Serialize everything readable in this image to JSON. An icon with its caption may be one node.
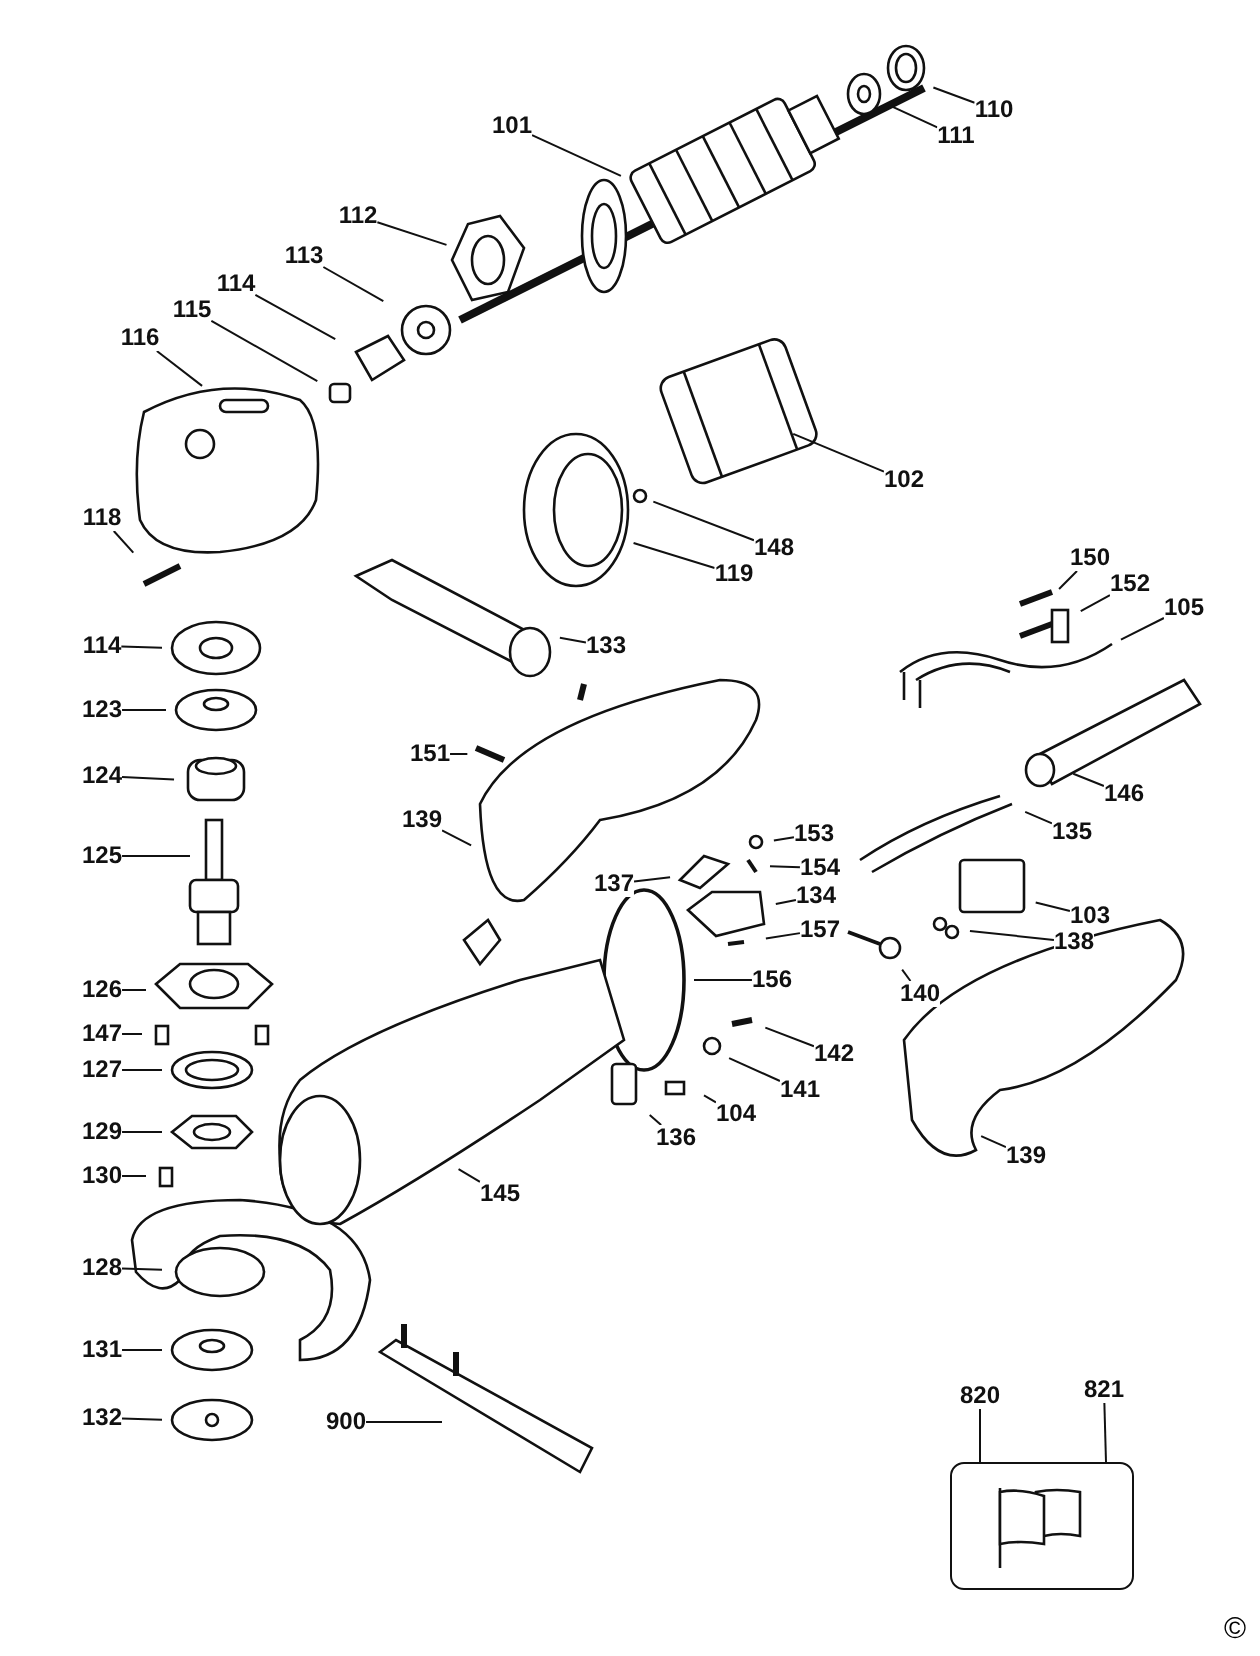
{
  "diagram": {
    "nodes": [
      {
        "text": [
          "110"
        ]
      },
      {
        "text": [
          "111"
        ]
      },
      {
        "text": [
          "101"
        ]
      },
      {
        "text": [
          "112"
        ]
      },
      {
        "text": [
          "113"
        ]
      },
      {
        "text": [
          "114"
        ]
      },
      {
        "text": [
          "115"
        ]
      },
      {
        "text": [
          "116"
        ]
      },
      {
        "text": [
          "102"
        ]
      },
      {
        "text": [
          "118"
        ]
      },
      {
        "text": [
          "148"
        ]
      },
      {
        "text": [
          "119"
        ]
      },
      {
        "text": [
          "150"
        ]
      },
      {
        "text": [
          "152"
        ]
      },
      {
        "text": [
          "105"
        ]
      },
      {
        "text": [
          "114"
        ]
      },
      {
        "text": [
          "133"
        ]
      },
      {
        "text": [
          "123"
        ]
      },
      {
        "text": [
          "151"
        ]
      },
      {
        "text": [
          "124"
        ]
      },
      {
        "text": [
          "146"
        ]
      },
      {
        "text": [
          "135"
        ]
      },
      {
        "text": [
          "139"
        ]
      },
      {
        "text": [
          "153"
        ]
      },
      {
        "text": [
          "125"
        ]
      },
      {
        "text": [
          "154"
        ]
      },
      {
        "text": [
          "137"
        ]
      },
      {
        "text": [
          "134"
        ]
      },
      {
        "text": [
          "103"
        ]
      },
      {
        "text": [
          "157"
        ]
      },
      {
        "text": [
          "138"
        ]
      },
      {
        "text": [
          "126"
        ]
      },
      {
        "text": [
          "156"
        ]
      },
      {
        "text": [
          "140"
        ]
      },
      {
        "text": [
          "147"
        ]
      },
      {
        "text": [
          "142"
        ]
      },
      {
        "text": [
          "127"
        ]
      },
      {
        "text": [
          "141"
        ]
      },
      {
        "text": [
          "104"
        ]
      },
      {
        "text": [
          "129"
        ]
      },
      {
        "text": [
          "136"
        ]
      },
      {
        "text": [
          "139"
        ]
      },
      {
        "text": [
          "130"
        ]
      },
      {
        "text": [
          "145"
        ]
      },
      {
        "text": [
          "128"
        ]
      },
      {
        "text": [
          "131"
        ]
      },
      {
        "text": [
          "132"
        ]
      },
      {
        "text": [
          "900"
        ]
      },
      {
        "text": [
          "820"
        ]
      },
      {
        "text": [
          "821"
        ]
      },
      {
        "text": [],
        "shape": "box"
      }
    ],
    "edges": [
      {
        "from": 0,
        "to": null,
        "arrow": "none"
      },
      {
        "from": 1,
        "to": null,
        "arrow": "none"
      },
      {
        "from": 2,
        "to": null,
        "arrow": "none"
      },
      {
        "from": 3,
        "to": null,
        "arrow": "none"
      },
      {
        "from": 4,
        "to": null,
        "arrow": "none"
      },
      {
        "from": 5,
        "to": null,
        "arrow": "none"
      },
      {
        "from": 6,
        "to": null,
        "arrow": "none"
      },
      {
        "from": 7,
        "to": null,
        "arrow": "none"
      },
      {
        "from": 8,
        "to": null,
        "arrow": "none"
      },
      {
        "from": 9,
        "to": null,
        "arrow": "none"
      },
      {
        "from": 10,
        "to": null,
        "arrow": "none"
      },
      {
        "from": 11,
        "to": null,
        "arrow": "none"
      },
      {
        "from": 12,
        "to": null,
        "arrow": "none"
      },
      {
        "from": 13,
        "to": null,
        "arrow": "none"
      },
      {
        "from": 14,
        "to": null,
        "arrow": "none"
      },
      {
        "from": 15,
        "to": null,
        "arrow": "none"
      },
      {
        "from": 16,
        "to": null,
        "arrow": "none"
      },
      {
        "from": 17,
        "to": null,
        "arrow": "none"
      },
      {
        "from": 18,
        "to": null,
        "arrow": "none"
      },
      {
        "from": 19,
        "to": null,
        "arrow": "none"
      },
      {
        "from": 20,
        "to": null,
        "arrow": "none"
      },
      {
        "from": 21,
        "to": null,
        "arrow": "none"
      },
      {
        "from": 22,
        "to": null,
        "arrow": "none"
      },
      {
        "from": 23,
        "to": null,
        "arrow": "none"
      },
      {
        "from": 24,
        "to": null,
        "arrow": "none"
      },
      {
        "from": 25,
        "to": null,
        "arrow": "none"
      },
      {
        "from": 26,
        "to": null,
        "arrow": "none"
      },
      {
        "from": 27,
        "to": null,
        "arrow": "none"
      },
      {
        "from": 28,
        "to": null,
        "arrow": "none"
      },
      {
        "from": 29,
        "to": null,
        "arrow": "none"
      },
      {
        "from": 30,
        "to": null,
        "arrow": "none"
      },
      {
        "from": 31,
        "to": null,
        "arrow": "none"
      },
      {
        "from": 32,
        "to": null,
        "arrow": "none"
      },
      {
        "from": 33,
        "to": null,
        "arrow": "none"
      },
      {
        "from": 34,
        "to": null,
        "arrow": "none"
      },
      {
        "from": 35,
        "to": null,
        "arrow": "none"
      },
      {
        "from": 36,
        "to": null,
        "arrow": "none"
      },
      {
        "from": 37,
        "to": null,
        "arrow": "none"
      },
      {
        "from": 38,
        "to": null,
        "arrow": "none"
      },
      {
        "from": 39,
        "to": null,
        "arrow": "none"
      },
      {
        "from": 40,
        "to": null,
        "arrow": "none"
      },
      {
        "from": 41,
        "to": null,
        "arrow": "none"
      },
      {
        "from": 42,
        "to": null,
        "arrow": "none"
      },
      {
        "from": 43,
        "to": null,
        "arrow": "none"
      },
      {
        "from": 44,
        "to": null,
        "arrow": "none"
      },
      {
        "from": 45,
        "to": null,
        "arrow": "none"
      },
      {
        "from": 46,
        "to": null,
        "arrow": "none"
      },
      {
        "from": 47,
        "to": null,
        "arrow": "none"
      },
      {
        "from": 48,
        "to": 50,
        "arrow": "none"
      },
      {
        "from": 49,
        "to": 50,
        "arrow": "none"
      }
    ],
    "labels": [
      "©"
    ]
  }
}
